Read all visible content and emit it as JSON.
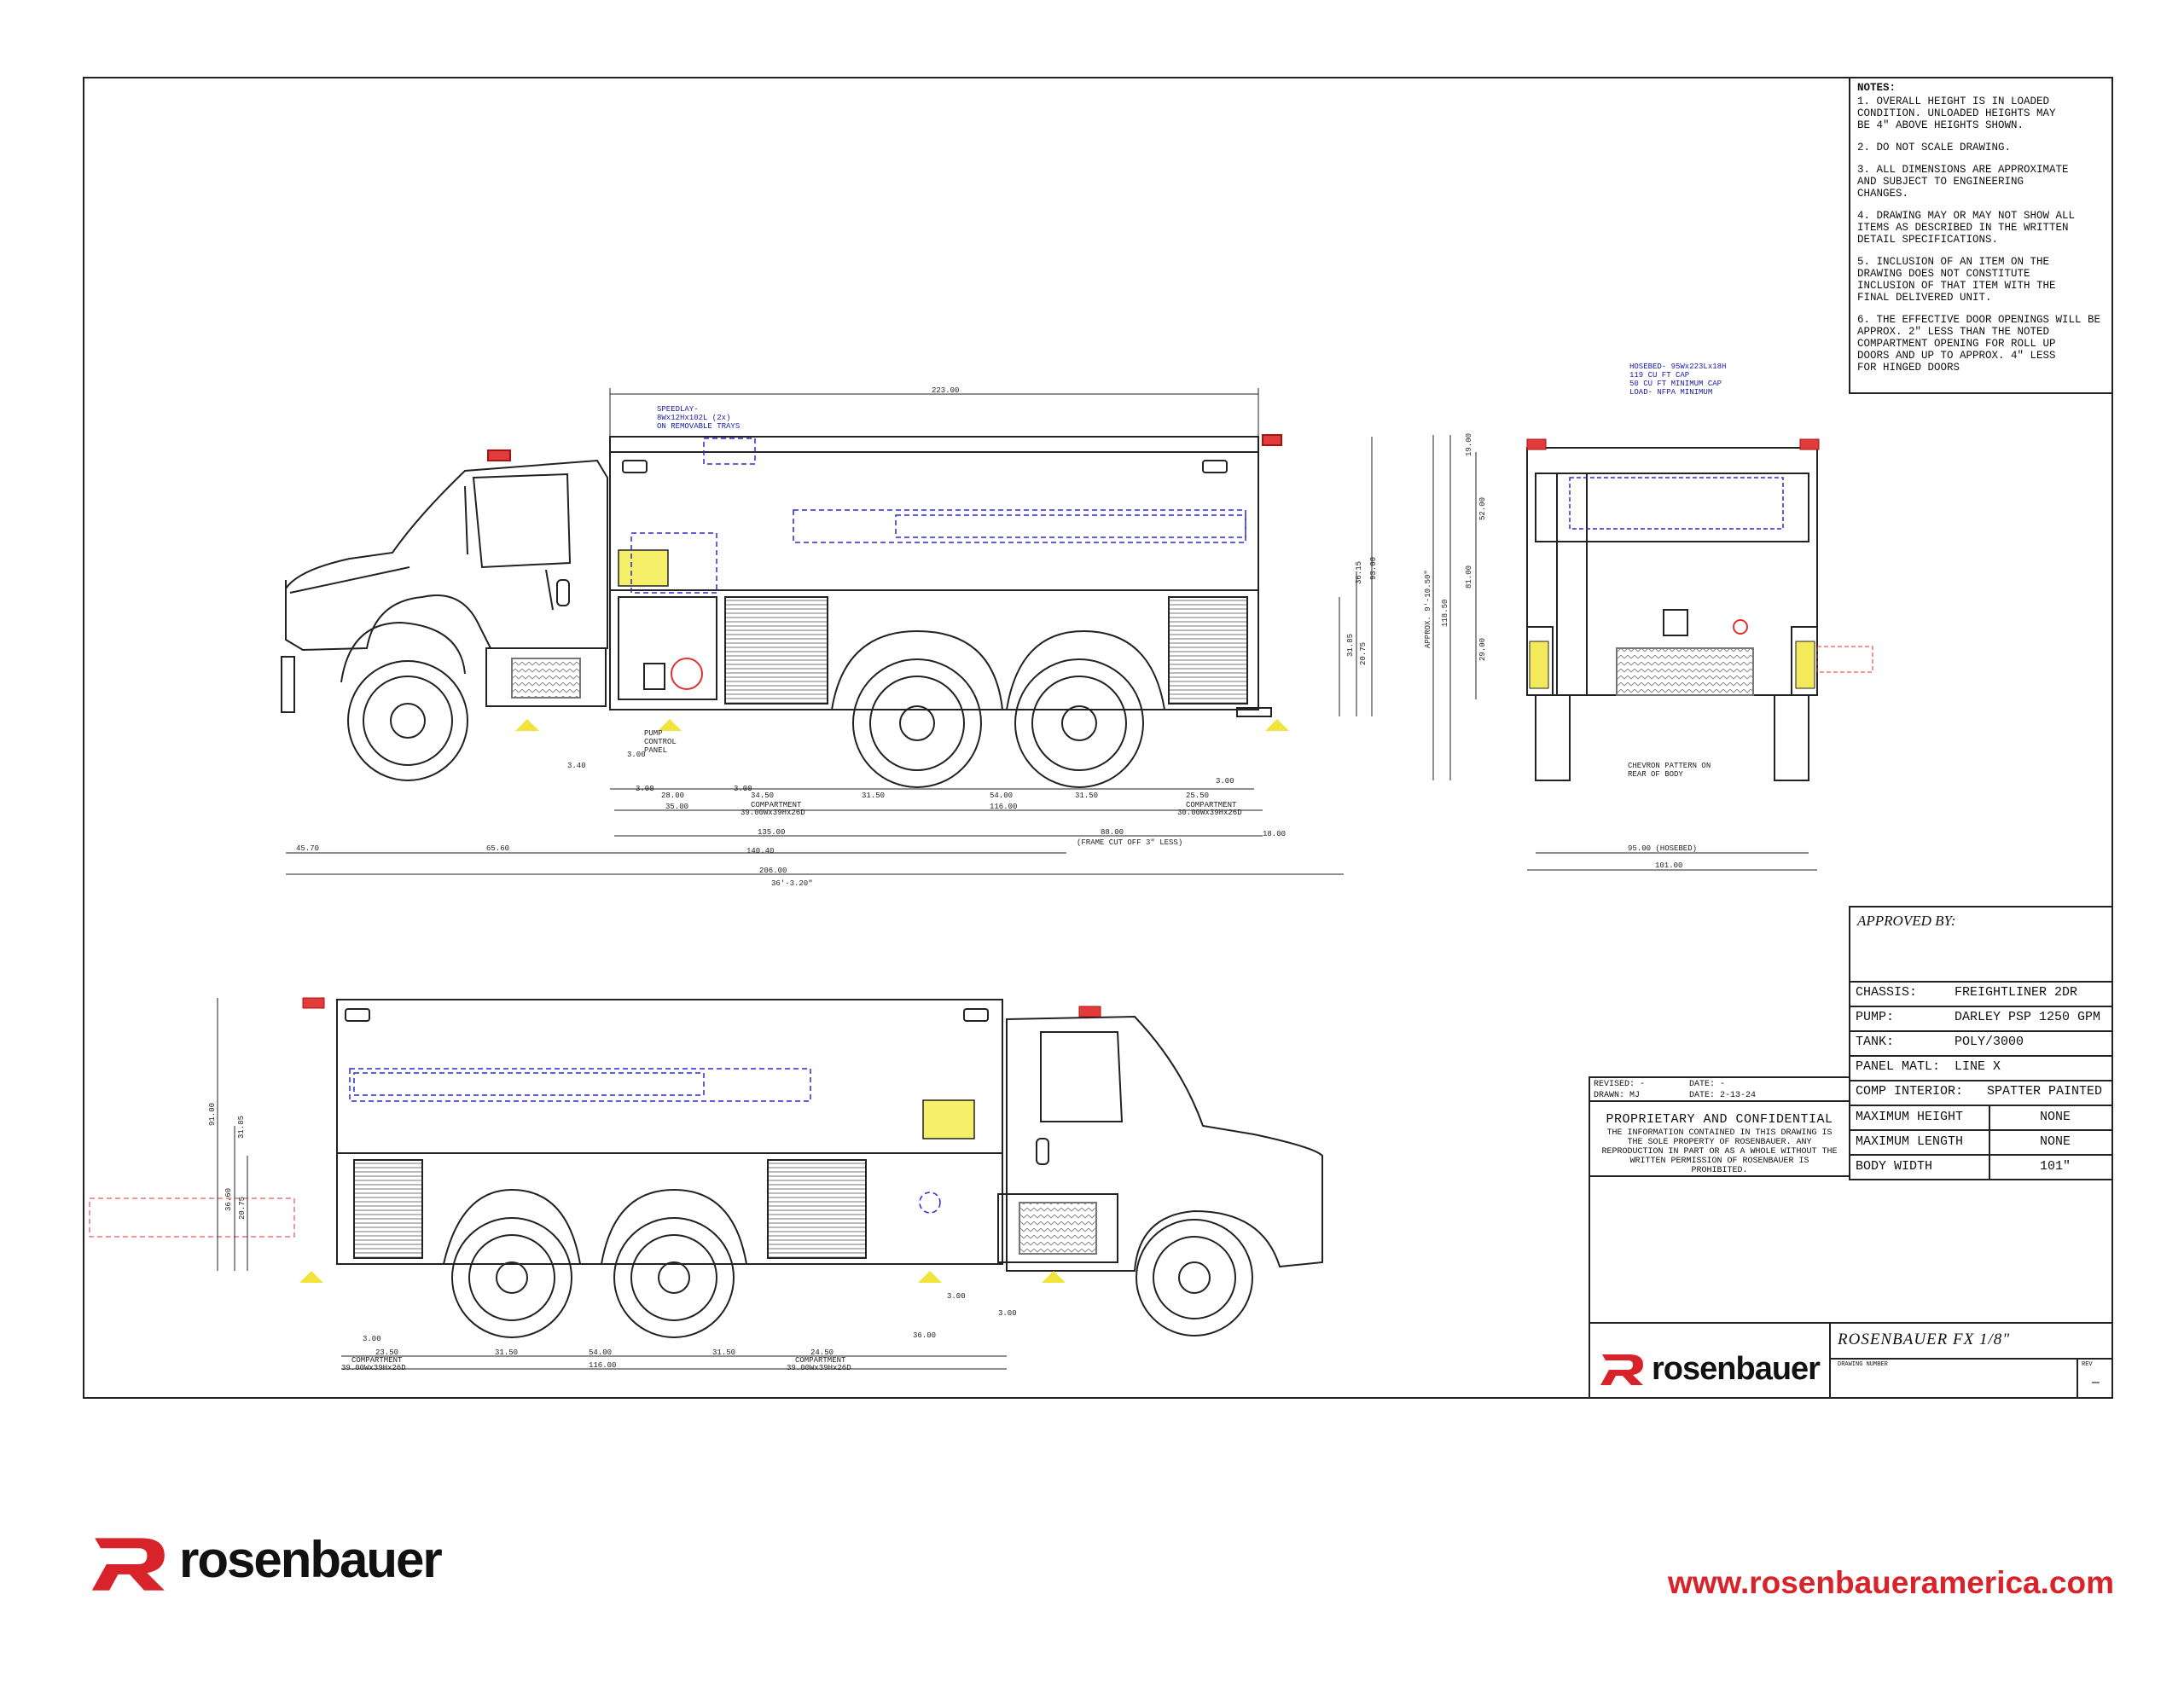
{
  "notes": {
    "heading": "NOTES:",
    "items": [
      "1. OVERALL HEIGHT IS IN LOADED\n   CONDITION. UNLOADED HEIGHTS MAY\n   BE 4\" ABOVE HEIGHTS SHOWN.",
      "2. DO NOT SCALE DRAWING.",
      "3. ALL DIMENSIONS ARE APPROXIMATE\n   AND SUBJECT TO ENGINEERING\n   CHANGES.",
      "4. DRAWING MAY OR MAY NOT SHOW ALL\n   ITEMS AS DESCRIBED IN THE WRITTEN\n   DETAIL SPECIFICATIONS.",
      "5. INCLUSION OF AN ITEM ON THE\n   DRAWING DOES NOT CONSTITUTE\n   INCLUSION OF THAT ITEM WITH THE\n   FINAL DELIVERED UNIT.",
      "6. THE EFFECTIVE DOOR OPENINGS WILL BE\n   APPROX. 2\" LESS THAN THE NOTED\n   COMPARTMENT OPENING FOR ROLL UP\n   DOORS AND UP TO APPROX. 4\" LESS\n   FOR HINGED DOORS"
    ]
  },
  "approved_by": "APPROVED BY:",
  "specs": [
    {
      "label": "CHASSIS:",
      "value": "FREIGHTLINER 2DR"
    },
    {
      "label": "PUMP:",
      "value": "DARLEY PSP 1250 GPM"
    },
    {
      "label": "TANK:",
      "value": "POLY/3000"
    },
    {
      "label": "PANEL MATL:",
      "value": "LINE X"
    },
    {
      "label": "COMP INTERIOR:",
      "value": "SPATTER PAINTED"
    }
  ],
  "measures": [
    {
      "label": "MAXIMUM HEIGHT",
      "value": "NONE"
    },
    {
      "label": "MAXIMUM LENGTH",
      "value": "NONE"
    },
    {
      "label": "BODY WIDTH",
      "value": "101\""
    }
  ],
  "revision": {
    "revised": "REVISED: -",
    "date1": "DATE: -",
    "drawn": "DRAWN: MJ",
    "date2": "DATE: 2-13-24"
  },
  "proprietary": {
    "heading": "PROPRIETARY AND CONFIDENTIAL",
    "text": "THE INFORMATION CONTAINED IN THIS DRAWING IS THE SOLE PROPERTY OF ROSENBAUER. ANY REPRODUCTION IN PART OR AS A WHOLE WITHOUT THE WRITTEN PERMISSION OF ROSENBAUER IS PROHIBITED."
  },
  "title_block": {
    "title": "ROSENBAUER FX 1/8\"",
    "drawing_number_label": "DRAWING NUMBER",
    "rev_label": "REV",
    "rev_value": "–"
  },
  "brand": {
    "name": "rosenbauer",
    "url": "www.rosenbaueramerica.com",
    "color": "#d8232a"
  },
  "annotations": {
    "speedlay": "SPEEDLAY-",
    "speedlay_detail": "8Wx12Hx102L (2x)",
    "speedlay_trays": "ON REMOVABLE TRAYS",
    "pump_panel": "PUMP\nCONTROL\nPANEL",
    "hosebed": "HOSEBED- 95Wx223Lx18H",
    "hosebed_cap": "119 CU FT CAP",
    "hosebed_min": "50 CU FT MINIMUM CAP",
    "hosebed_load": "LOAD- NFPA MINIMUM",
    "chevron": "CHEVRON PATTERN ON",
    "chevron2": "REAR OF BODY"
  },
  "dimensions": {
    "side_top": [
      "223.00"
    ],
    "side_bottom_row1": [
      "3.00",
      "28.00",
      "3.00",
      "34.50",
      "31.50",
      "54.00",
      "31.50",
      "25.50",
      "3.00"
    ],
    "side_bottom_row2": [
      "35.00",
      "COMPARTMENT",
      "39.00Wx39Hx26D",
      "116.00",
      "COMPARTMENT",
      "30.00Wx39Hx26D"
    ],
    "side_bottom_row3": [
      "135.00",
      "88.00",
      "(FRAME CUT OFF 3\" LESS)",
      "18.00"
    ],
    "side_bottom_row4": [
      "45.70",
      "65.60",
      "140.40"
    ],
    "side_bottom_row5": [
      "206.00"
    ],
    "side_overall": "36'-3.20\"",
    "side_left": [
      "3.40",
      "3.00"
    ],
    "side_right_v": [
      "93.00",
      "36.15",
      "31.85",
      "20.75"
    ],
    "rear_v": [
      "19.00",
      "52.00",
      "81.00",
      "29.00",
      "APPROX. 9'-10.50\"",
      "118.50"
    ],
    "rear_bottom": [
      "95.00 (HOSEBED)",
      "101.00"
    ],
    "front_bottom": [
      "3.00",
      "23.50",
      "31.50",
      "54.00",
      "31.50",
      "24.50",
      "COMPARTMENT",
      "39.00Wx39Hx26D",
      "116.00",
      "COMPARTMENT",
      "39.00Wx39Hx26D",
      "36.00",
      "3.00",
      "3.00"
    ],
    "front_left_v": [
      "91.00",
      "31.85",
      "36.60",
      "20.75"
    ]
  }
}
